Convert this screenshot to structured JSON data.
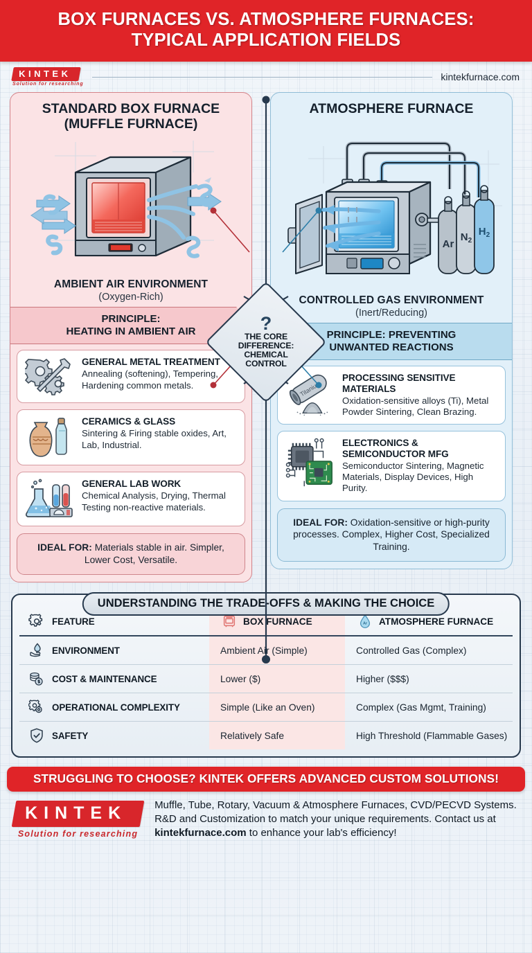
{
  "header": {
    "title_line1": "BOX FURNACES VS. ATMOSPHERE FURNACES:",
    "title_line2": "TYPICAL APPLICATION FIELDS",
    "bar_color": "#e02428"
  },
  "brandbar": {
    "logo_text": "KINTEK",
    "logo_tagline": "Solution for researching",
    "url": "kintekfurnace.com"
  },
  "left_panel": {
    "title_line1": "STANDARD BOX FURNACE",
    "title_line2": "(MUFFLE FURNACE)",
    "env_title": "AMBIENT AIR ENVIRONMENT",
    "env_sub": "(Oxygen-Rich)",
    "principle_line1": "PRINCIPLE:",
    "principle_line2": "HEATING IN AMBIENT AIR",
    "accent": "#d4848a",
    "bg": "#fbe3e5",
    "cards": [
      {
        "icon": "gear-wrench-icon",
        "heading": "GENERAL METAL TREATMENT",
        "body": "Annealing (softening), Tempering, Hardening common metals."
      },
      {
        "icon": "vase-bottle-icon",
        "heading": "CERAMICS & GLASS",
        "body": "Sintering & Firing stable oxides, Art, Lab, Industrial."
      },
      {
        "icon": "flask-testtube-icon",
        "heading": "GENERAL LAB WORK",
        "body": "Chemical Analysis, Drying, Thermal Testing non-reactive materials."
      }
    ],
    "ideal_label": "IDEAL FOR:",
    "ideal_text": " Materials stable in air. Simpler, Lower Cost, Versatile."
  },
  "right_panel": {
    "title_line1": "ATMOSPHERE FURNACE",
    "title_line2": "",
    "env_title": "CONTROLLED GAS ENVIRONMENT",
    "env_sub": "(Inert/Reducing)",
    "principle_line1": "PRINCIPLE: PREVENTING",
    "principle_line2": "UNWANTED REACTIONS",
    "accent": "#8fbcd6",
    "bg": "#e2f0f9",
    "gas_labels": [
      "Ar",
      "N",
      "H"
    ],
    "cards": [
      {
        "icon": "titanium-rod-powder-icon",
        "heading": "PROCESSING SENSITIVE MATERIALS",
        "body": "Oxidation-sensitive alloys (Ti), Metal Powder Sintering, Clean Brazing."
      },
      {
        "icon": "chip-circuitboard-icon",
        "heading": "ELECTRONICS & SEMICONDUCTOR MFG",
        "body": "Semiconductor Sintering, Magnetic Materials, Display Devices, High Purity."
      }
    ],
    "ideal_label": "IDEAL FOR:",
    "ideal_text": " Oxidation-sensitive or high-purity processes. Complex, Higher Cost, Specialized Training."
  },
  "core": {
    "question_mark": "?",
    "line1": "THE CORE",
    "line2": "DIFFERENCE:",
    "line3": "CHEMICAL",
    "line4": "CONTROL"
  },
  "tradeoffs": {
    "badge": "UNDERSTANDING THE TRADE-OFFS & MAKING THE CHOICE",
    "columns": [
      "FEATURE",
      "BOX FURNACE",
      "ATMOSPHERE FURNACE"
    ],
    "column_icons": [
      "gear-icon",
      "box-furnace-icon",
      "gas-drop-icon"
    ],
    "rows": [
      {
        "icon": "hand-water-drop-icon",
        "feature": "ENVIRONMENT",
        "box": "Ambient Air (Simple)",
        "atmosphere": "Controlled Gas (Complex)"
      },
      {
        "icon": "coins-dollar-icon",
        "feature": "COST & MAINTENANCE",
        "box": "Lower ($)",
        "atmosphere": "Higher ($$$)"
      },
      {
        "icon": "gears-settings-icon",
        "feature": "OPERATIONAL COMPLEXITY",
        "box": "Simple (Like an Oven)",
        "atmosphere": "Complex (Gas Mgmt, Training)"
      },
      {
        "icon": "shield-check-icon",
        "feature": "SAFETY",
        "box": "Relatively Safe",
        "atmosphere": "High Threshold (Flammable Gases)"
      }
    ],
    "box_column_shade": "#fbe6e5"
  },
  "cta": {
    "banner": "STRUGGLING TO CHOOSE? KINTEK OFFERS ADVANCED CUSTOM SOLUTIONS!",
    "logo_text": "KINTEK",
    "logo_tagline": "Solution for researching",
    "text_part1": "Muffle, Tube, Rotary, Vacuum & Atmosphere Furnaces, CVD/PECVD Systems. R&D and Customization to match your unique requirements. Contact us at ",
    "link": "kintekfurnace.com",
    "text_part2": " to enhance your lab's efficiency!"
  }
}
